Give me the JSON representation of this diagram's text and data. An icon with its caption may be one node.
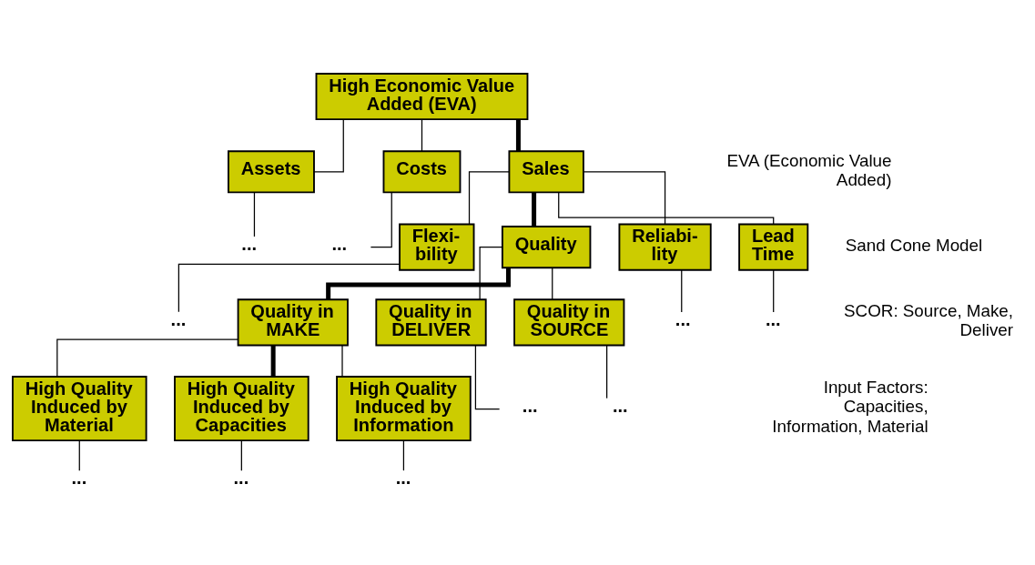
{
  "diagram": {
    "nodes": [
      {
        "text": [
          "High Economic Value Added (EVA)"
        ]
      },
      {
        "text": [
          "Sales"
        ]
      },
      {
        "text": [
          "Assets"
        ]
      },
      {
        "text": [
          "Costs"
        ]
      },
      {
        "text": [
          "..."
        ]
      },
      {
        "text": [
          "..."
        ]
      },
      {
        "text": [
          "Quality"
        ]
      },
      {
        "text": [
          "Reliabi- lity"
        ]
      },
      {
        "text": [
          "Lead Time"
        ]
      },
      {
        "text": [
          "Flexi- bility"
        ]
      },
      {
        "text": [
          "..."
        ]
      },
      {
        "text": [
          "..."
        ]
      },
      {
        "text": [
          "..."
        ]
      },
      {
        "text": [
          "Quality in SOURCE"
        ]
      },
      {
        "text": [
          "Quality in MAKE"
        ]
      },
      {
        "text": [
          "Quality in DELIVER"
        ]
      },
      {
        "text": [
          "..."
        ]
      },
      {
        "text": [
          "..."
        ]
      },
      {
        "text": [
          "High Quality Induced by Capacities"
        ]
      },
      {
        "text": [
          "High Quality Induced by Information"
        ]
      },
      {
        "text": [
          "High Quality Induced by Material"
        ]
      },
      {
        "text": [
          "..."
        ]
      },
      {
        "text": [
          "..."
        ]
      },
      {
        "text": [
          "..."
        ]
      }
    ],
    "edges": [
      {
        "from": 0,
        "to": 1,
        "arrow": "none",
        "style": "thick"
      },
      {
        "from": 0,
        "to": 2,
        "arrow": "none"
      },
      {
        "from": 0,
        "to": 3,
        "arrow": "none"
      },
      {
        "from": 2,
        "to": 4,
        "arrow": "none"
      },
      {
        "from": 3,
        "to": 5,
        "arrow": "none"
      },
      {
        "from": 1,
        "to": 6,
        "arrow": "none",
        "style": "thick"
      },
      {
        "from": 1,
        "to": 7,
        "arrow": "none"
      },
      {
        "from": 1,
        "to": 8,
        "arrow": "none"
      },
      {
        "from": 1,
        "to": 9,
        "arrow": "none"
      },
      {
        "from": 7,
        "to": 10,
        "arrow": "none"
      },
      {
        "from": 8,
        "to": 11,
        "arrow": "none"
      },
      {
        "from": 9,
        "to": 12,
        "arrow": "none"
      },
      {
        "from": 6,
        "to": 13,
        "arrow": "none"
      },
      {
        "from": 6,
        "to": 14,
        "arrow": "none",
        "style": "thick"
      },
      {
        "from": 6,
        "to": 15,
        "arrow": "none"
      },
      {
        "from": 13,
        "to": 16,
        "arrow": "none"
      },
      {
        "from": 15,
        "to": 17,
        "arrow": "none"
      },
      {
        "from": 14,
        "to": 18,
        "arrow": "none",
        "style": "thick"
      },
      {
        "from": 14,
        "to": 19,
        "arrow": "none"
      },
      {
        "from": 14,
        "to": 20,
        "arrow": "none"
      },
      {
        "from": 18,
        "to": 21,
        "arrow": "none"
      },
      {
        "from": 19,
        "to": 22,
        "arrow": "none"
      },
      {
        "from": 20,
        "to": 23,
        "arrow": "none"
      }
    ],
    "labels": [
      "EVA (Economic Value Added)",
      "Sand Cone Model",
      "SCOR: Source, Make, Deliver",
      "Input Factors: Capacities, Information, Material"
    ]
  }
}
